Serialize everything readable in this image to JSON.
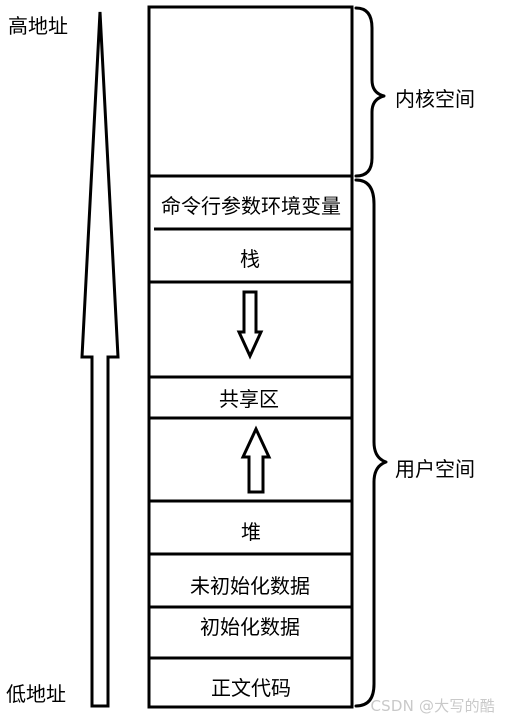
{
  "address_labels": {
    "high": "高地址",
    "low": "低地址"
  },
  "segments": [
    {
      "id": "kernel",
      "label": ""
    },
    {
      "id": "cmdline-env",
      "label": "命令行参数环境变量"
    },
    {
      "id": "stack",
      "label": "栈"
    },
    {
      "id": "stack-gap",
      "label": ""
    },
    {
      "id": "shared",
      "label": "共享区"
    },
    {
      "id": "heap-gap",
      "label": ""
    },
    {
      "id": "heap",
      "label": "堆"
    },
    {
      "id": "bss",
      "label": "未初始化数据"
    },
    {
      "id": "data",
      "label": "初始化数据"
    },
    {
      "id": "text",
      "label": "正文代码"
    }
  ],
  "regions": {
    "kernel_space": "内核空间",
    "user_space": "用户空间"
  },
  "watermark": "CSDN @大写的酷"
}
